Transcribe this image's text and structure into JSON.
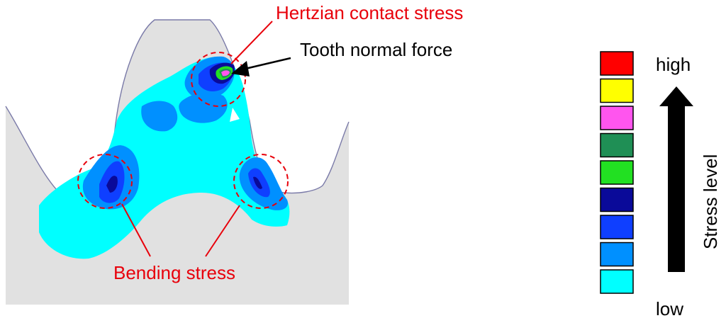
{
  "annotations": {
    "hertzian": "Hertzian contact stress",
    "normal_force": "Tooth normal force",
    "bending": "Bending stress"
  },
  "legend": {
    "high_label": "high",
    "low_label": "low",
    "axis_label": "Stress level",
    "levels": [
      {
        "color": "#ff0000"
      },
      {
        "color": "#ffff00"
      },
      {
        "color": "#ff55ee"
      },
      {
        "color": "#1f8f55"
      },
      {
        "color": "#22e022"
      },
      {
        "color": "#0a0a99"
      },
      {
        "color": "#0f3fff"
      },
      {
        "color": "#0090ff"
      },
      {
        "color": "#00ffff"
      }
    ]
  },
  "colors": {
    "annotation_red": "#e8000b",
    "gear_body": "#e1e1e1",
    "outline": "#7a7aa8"
  }
}
